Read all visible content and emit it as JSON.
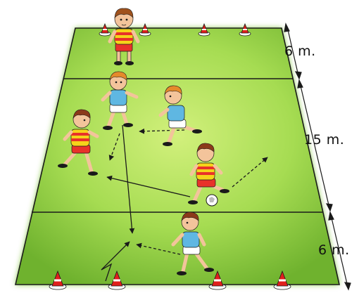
{
  "drill": {
    "zones": [
      {
        "id": "top-zone",
        "distance_label": "6 m."
      },
      {
        "id": "middle-zone",
        "distance_label": "15 m."
      },
      {
        "id": "bottom-zone",
        "distance_label": "6 m."
      }
    ],
    "players": [
      {
        "team": "red-yellow",
        "role": "goalkeeper-top"
      },
      {
        "team": "blue",
        "role": "defender-center"
      },
      {
        "team": "blue",
        "role": "defender-right"
      },
      {
        "team": "red-yellow",
        "role": "attacker-left"
      },
      {
        "team": "red-yellow",
        "role": "attacker-with-ball"
      },
      {
        "team": "blue",
        "role": "defender-bottom"
      }
    ],
    "cones": {
      "top_goal": 4,
      "bottom_goal": 4
    }
  },
  "colors": {
    "pitch_light": "#c8ec6c",
    "pitch_dark": "#7fc23a",
    "line": "#1a1a1a",
    "red_team_shirt": "#e8322a",
    "yellow_stripe": "#f6d31a",
    "blue_team_shirt": "#5fb7e2",
    "cone_red": "#e0201c"
  }
}
